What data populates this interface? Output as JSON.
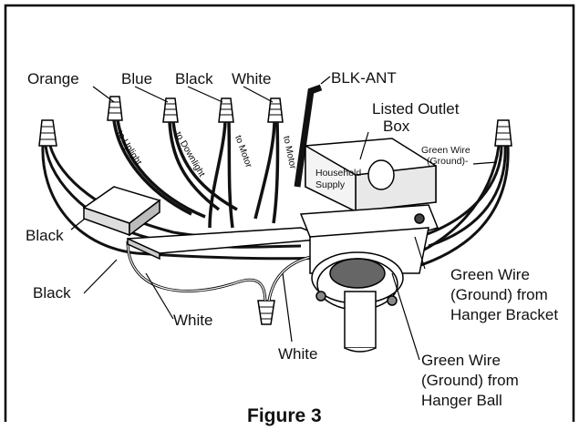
{
  "labels": {
    "orange": "Orange",
    "blue": "Blue",
    "black_top": "Black",
    "white_top": "White",
    "blk_ant": "BLK-ANT",
    "listed_outlet": "Listed Outlet",
    "box": "Box",
    "green_wire": "Green Wire",
    "ground": "(Ground)-",
    "household": "Household",
    "supply": "Supply",
    "black_left": "Black",
    "black_lower": "Black",
    "white_lower": "White",
    "white_bottom": "White",
    "gw_bracket_1": "Green Wire",
    "gw_bracket_2": "(Ground) from",
    "gw_bracket_3": "Hanger Bracket",
    "gw_ball_1": "Green Wire",
    "gw_ball_2": "(Ground) from",
    "gw_ball_3": "Hanger Ball",
    "to_uplight": "to Uplight",
    "to_downlight": "to Downlight",
    "to_motor_1": "to Motor",
    "to_motor_2": "to Motor"
  },
  "caption": "Figure 3"
}
